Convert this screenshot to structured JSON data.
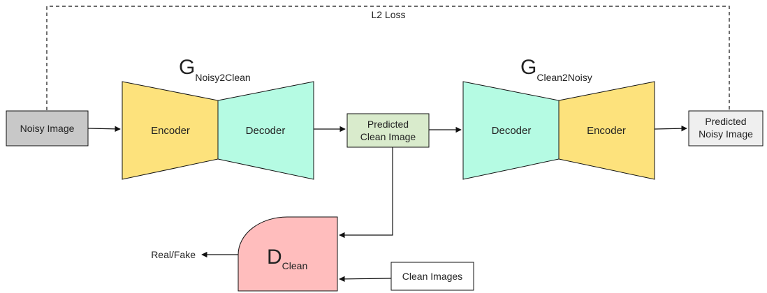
{
  "loss": {
    "label": "L2 Loss"
  },
  "input": {
    "label": "Noisy Image"
  },
  "generator_a": {
    "symbol": "G",
    "subscript": "Noisy2Clean",
    "encoder_label": "Encoder",
    "decoder_label": "Decoder"
  },
  "predicted_clean": {
    "line1": "Predicted",
    "line2": "Clean Image"
  },
  "generator_b": {
    "symbol": "G",
    "subscript": "Clean2Noisy",
    "decoder_label": "Decoder",
    "encoder_label": "Encoder"
  },
  "predicted_noisy": {
    "line1": "Predicted",
    "line2": "Noisy Image"
  },
  "discriminator": {
    "symbol": "D",
    "subscript": "Clean",
    "output_label": "Real/Fake"
  },
  "clean_images": {
    "label": "Clean Images"
  },
  "colors": {
    "noisy_image_fill": "#c8c8c8",
    "encoder_fill": "#fde27c",
    "decoder_fill": "#b5fbe3",
    "predicted_clean_fill": "#d9ebcc",
    "predicted_noisy_fill": "#efefef",
    "discriminator_fill": "#ffbdbd"
  }
}
